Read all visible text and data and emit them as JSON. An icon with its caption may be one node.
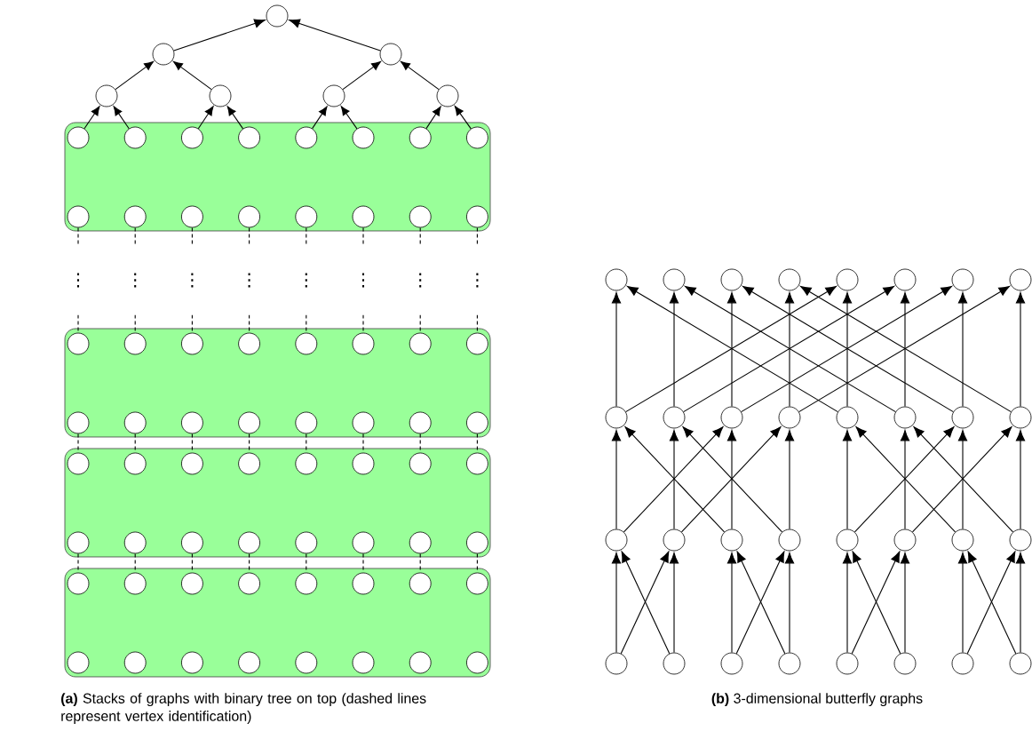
{
  "diagram": {
    "nodes": [
      {
        "text": [],
        "shape": "circle"
      },
      {
        "text": [],
        "shape": "circle"
      },
      {
        "text": [],
        "shape": "circle"
      },
      {
        "text": [],
        "shape": "circle"
      },
      {
        "text": [],
        "shape": "circle"
      },
      {
        "text": [],
        "shape": "circle"
      },
      {
        "text": [],
        "shape": "circle"
      },
      {
        "text": [],
        "shape": "box"
      },
      {
        "text": [],
        "shape": "circle",
        "in": 7
      },
      {
        "text": [],
        "shape": "circle",
        "in": 7
      },
      {
        "text": [],
        "shape": "circle",
        "in": 7
      },
      {
        "text": [],
        "shape": "circle",
        "in": 7
      },
      {
        "text": [],
        "shape": "circle",
        "in": 7
      },
      {
        "text": [],
        "shape": "circle",
        "in": 7
      },
      {
        "text": [],
        "shape": "circle",
        "in": 7
      },
      {
        "text": [],
        "shape": "circle",
        "in": 7
      },
      {
        "text": [],
        "shape": "circle",
        "in": 7
      },
      {
        "text": [],
        "shape": "circle",
        "in": 7
      },
      {
        "text": [],
        "shape": "circle",
        "in": 7
      },
      {
        "text": [],
        "shape": "circle",
        "in": 7
      },
      {
        "text": [],
        "shape": "circle",
        "in": 7
      },
      {
        "text": [],
        "shape": "circle",
        "in": 7
      },
      {
        "text": [],
        "shape": "circle",
        "in": 7
      },
      {
        "text": [],
        "shape": "circle",
        "in": 7
      },
      {
        "text": [],
        "shape": "box"
      },
      {
        "text": [],
        "shape": "circle",
        "in": 24
      },
      {
        "text": [],
        "shape": "circle",
        "in": 24
      },
      {
        "text": [],
        "shape": "circle",
        "in": 24
      },
      {
        "text": [],
        "shape": "circle",
        "in": 24
      },
      {
        "text": [],
        "shape": "circle",
        "in": 24
      },
      {
        "text": [],
        "shape": "circle",
        "in": 24
      },
      {
        "text": [],
        "shape": "circle",
        "in": 24
      },
      {
        "text": [],
        "shape": "circle",
        "in": 24
      },
      {
        "text": [],
        "shape": "circle",
        "in": 24
      },
      {
        "text": [],
        "shape": "circle",
        "in": 24
      },
      {
        "text": [],
        "shape": "circle",
        "in": 24
      },
      {
        "text": [],
        "shape": "circle",
        "in": 24
      },
      {
        "text": [],
        "shape": "circle",
        "in": 24
      },
      {
        "text": [],
        "shape": "circle",
        "in": 24
      },
      {
        "text": [],
        "shape": "circle",
        "in": 24
      },
      {
        "text": [],
        "shape": "circle",
        "in": 24
      },
      {
        "text": [],
        "shape": "box"
      },
      {
        "text": [],
        "shape": "circle",
        "in": 41
      },
      {
        "text": [],
        "shape": "circle",
        "in": 41
      },
      {
        "text": [],
        "shape": "circle",
        "in": 41
      },
      {
        "text": [],
        "shape": "circle",
        "in": 41
      },
      {
        "text": [],
        "shape": "circle",
        "in": 41
      },
      {
        "text": [],
        "shape": "circle",
        "in": 41
      },
      {
        "text": [],
        "shape": "circle",
        "in": 41
      },
      {
        "text": [],
        "shape": "circle",
        "in": 41
      },
      {
        "text": [],
        "shape": "circle",
        "in": 41
      },
      {
        "text": [],
        "shape": "circle",
        "in": 41
      },
      {
        "text": [],
        "shape": "circle",
        "in": 41
      },
      {
        "text": [],
        "shape": "circle",
        "in": 41
      },
      {
        "text": [],
        "shape": "circle",
        "in": 41
      },
      {
        "text": [],
        "shape": "circle",
        "in": 41
      },
      {
        "text": [],
        "shape": "circle",
        "in": 41
      },
      {
        "text": [],
        "shape": "circle",
        "in": 41
      },
      {
        "text": [],
        "shape": "box"
      },
      {
        "text": [],
        "shape": "circle",
        "in": 58
      },
      {
        "text": [],
        "shape": "circle",
        "in": 58
      },
      {
        "text": [],
        "shape": "circle",
        "in": 58
      },
      {
        "text": [],
        "shape": "circle",
        "in": 58
      },
      {
        "text": [],
        "shape": "circle",
        "in": 58
      },
      {
        "text": [],
        "shape": "circle",
        "in": 58
      },
      {
        "text": [],
        "shape": "circle",
        "in": 58
      },
      {
        "text": [],
        "shape": "circle",
        "in": 58
      },
      {
        "text": [],
        "shape": "circle",
        "in": 58
      },
      {
        "text": [],
        "shape": "circle",
        "in": 58
      },
      {
        "text": [],
        "shape": "circle",
        "in": 58
      },
      {
        "text": [],
        "shape": "circle",
        "in": 58
      },
      {
        "text": [],
        "shape": "circle",
        "in": 58
      },
      {
        "text": [],
        "shape": "circle",
        "in": 58
      },
      {
        "text": [],
        "shape": "circle",
        "in": 58
      },
      {
        "text": [],
        "shape": "circle",
        "in": 58
      },
      {
        "text": [],
        "shape": "circle"
      },
      {
        "text": [],
        "shape": "circle"
      },
      {
        "text": [],
        "shape": "circle"
      },
      {
        "text": [],
        "shape": "circle"
      },
      {
        "text": [],
        "shape": "circle"
      },
      {
        "text": [],
        "shape": "circle"
      },
      {
        "text": [],
        "shape": "circle"
      },
      {
        "text": [],
        "shape": "circle"
      },
      {
        "text": [],
        "shape": "circle"
      },
      {
        "text": [],
        "shape": "circle"
      },
      {
        "text": [],
        "shape": "circle"
      },
      {
        "text": [],
        "shape": "circle"
      },
      {
        "text": [],
        "shape": "circle"
      },
      {
        "text": [],
        "shape": "circle"
      },
      {
        "text": [],
        "shape": "circle"
      },
      {
        "text": [],
        "shape": "circle"
      },
      {
        "text": [],
        "shape": "circle"
      },
      {
        "text": [],
        "shape": "circle"
      },
      {
        "text": [],
        "shape": "circle"
      },
      {
        "text": [],
        "shape": "circle"
      },
      {
        "text": [],
        "shape": "circle"
      },
      {
        "text": [],
        "shape": "circle"
      },
      {
        "text": [],
        "shape": "circle"
      },
      {
        "text": [],
        "shape": "circle"
      },
      {
        "text": [],
        "shape": "circle"
      },
      {
        "text": [],
        "shape": "circle"
      },
      {
        "text": [],
        "shape": "circle"
      },
      {
        "text": [],
        "shape": "circle"
      },
      {
        "text": [],
        "shape": "circle"
      },
      {
        "text": [],
        "shape": "circle"
      },
      {
        "text": [],
        "shape": "circle"
      },
      {
        "text": [],
        "shape": "circle"
      }
    ],
    "edges": [
      {
        "from": 1,
        "to": 0,
        "arrow": "to"
      },
      {
        "from": 2,
        "to": 0,
        "arrow": "to"
      },
      {
        "from": 3,
        "to": 1,
        "arrow": "to"
      },
      {
        "from": 4,
        "to": 1,
        "arrow": "to"
      },
      {
        "from": 5,
        "to": 2,
        "arrow": "to"
      },
      {
        "from": 6,
        "to": 2,
        "arrow": "to"
      },
      {
        "from": 8,
        "to": 3,
        "arrow": "to"
      },
      {
        "from": 9,
        "to": 3,
        "arrow": "to"
      },
      {
        "from": 10,
        "to": 4,
        "arrow": "to"
      },
      {
        "from": 11,
        "to": 4,
        "arrow": "to"
      },
      {
        "from": 12,
        "to": 5,
        "arrow": "to"
      },
      {
        "from": 13,
        "to": 5,
        "arrow": "to"
      },
      {
        "from": 14,
        "to": 6,
        "arrow": "to"
      },
      {
        "from": 15,
        "to": 6,
        "arrow": "to"
      },
      {
        "from": 16,
        "to": 25,
        "arrow": "none",
        "style": "dashed",
        "label": "⋮"
      },
      {
        "from": 17,
        "to": 26,
        "arrow": "none",
        "style": "dashed",
        "label": "⋮"
      },
      {
        "from": 18,
        "to": 27,
        "arrow": "none",
        "style": "dashed",
        "label": "⋮"
      },
      {
        "from": 19,
        "to": 28,
        "arrow": "none",
        "style": "dashed",
        "label": "⋮"
      },
      {
        "from": 20,
        "to": 29,
        "arrow": "none",
        "style": "dashed",
        "label": "⋮"
      },
      {
        "from": 21,
        "to": 30,
        "arrow": "none",
        "style": "dashed",
        "label": "⋮"
      },
      {
        "from": 22,
        "to": 31,
        "arrow": "none",
        "style": "dashed",
        "label": "⋮"
      },
      {
        "from": 23,
        "to": 32,
        "arrow": "none",
        "style": "dashed",
        "label": "⋮"
      },
      {
        "from": 33,
        "to": 42,
        "arrow": "none",
        "style": "dashed"
      },
      {
        "from": 34,
        "to": 43,
        "arrow": "none",
        "style": "dashed"
      },
      {
        "from": 35,
        "to": 44,
        "arrow": "none",
        "style": "dashed"
      },
      {
        "from": 36,
        "to": 45,
        "arrow": "none",
        "style": "dashed"
      },
      {
        "from": 37,
        "to": 46,
        "arrow": "none",
        "style": "dashed"
      },
      {
        "from": 38,
        "to": 47,
        "arrow": "none",
        "style": "dashed"
      },
      {
        "from": 39,
        "to": 48,
        "arrow": "none",
        "style": "dashed"
      },
      {
        "from": 40,
        "to": 49,
        "arrow": "none",
        "style": "dashed"
      },
      {
        "from": 50,
        "to": 59,
        "arrow": "none",
        "style": "dashed"
      },
      {
        "from": 51,
        "to": 60,
        "arrow": "none",
        "style": "dashed"
      },
      {
        "from": 52,
        "to": 61,
        "arrow": "none",
        "style": "dashed"
      },
      {
        "from": 53,
        "to": 62,
        "arrow": "none",
        "style": "dashed"
      },
      {
        "from": 54,
        "to": 63,
        "arrow": "none",
        "style": "dashed"
      },
      {
        "from": 55,
        "to": 64,
        "arrow": "none",
        "style": "dashed"
      },
      {
        "from": 56,
        "to": 65,
        "arrow": "none",
        "style": "dashed"
      },
      {
        "from": 57,
        "to": 66,
        "arrow": "none",
        "style": "dashed"
      },
      {
        "from": 99,
        "to": 91,
        "arrow": "to"
      },
      {
        "from": 99,
        "to": 92,
        "arrow": "to"
      },
      {
        "from": 100,
        "to": 92,
        "arrow": "to"
      },
      {
        "from": 100,
        "to": 91,
        "arrow": "to"
      },
      {
        "from": 101,
        "to": 93,
        "arrow": "to"
      },
      {
        "from": 101,
        "to": 94,
        "arrow": "to"
      },
      {
        "from": 102,
        "to": 94,
        "arrow": "to"
      },
      {
        "from": 102,
        "to": 93,
        "arrow": "to"
      },
      {
        "from": 103,
        "to": 95,
        "arrow": "to"
      },
      {
        "from": 103,
        "to": 96,
        "arrow": "to"
      },
      {
        "from": 104,
        "to": 96,
        "arrow": "to"
      },
      {
        "from": 104,
        "to": 95,
        "arrow": "to"
      },
      {
        "from": 105,
        "to": 97,
        "arrow": "to"
      },
      {
        "from": 105,
        "to": 98,
        "arrow": "to"
      },
      {
        "from": 106,
        "to": 98,
        "arrow": "to"
      },
      {
        "from": 106,
        "to": 97,
        "arrow": "to"
      },
      {
        "from": 91,
        "to": 83,
        "arrow": "to"
      },
      {
        "from": 91,
        "to": 85,
        "arrow": "to"
      },
      {
        "from": 92,
        "to": 84,
        "arrow": "to"
      },
      {
        "from": 92,
        "to": 86,
        "arrow": "to"
      },
      {
        "from": 93,
        "to": 85,
        "arrow": "to"
      },
      {
        "from": 93,
        "to": 83,
        "arrow": "to"
      },
      {
        "from": 94,
        "to": 86,
        "arrow": "to"
      },
      {
        "from": 94,
        "to": 84,
        "arrow": "to"
      },
      {
        "from": 95,
        "to": 87,
        "arrow": "to"
      },
      {
        "from": 95,
        "to": 89,
        "arrow": "to"
      },
      {
        "from": 96,
        "to": 88,
        "arrow": "to"
      },
      {
        "from": 96,
        "to": 90,
        "arrow": "to"
      },
      {
        "from": 97,
        "to": 89,
        "arrow": "to"
      },
      {
        "from": 97,
        "to": 87,
        "arrow": "to"
      },
      {
        "from": 98,
        "to": 90,
        "arrow": "to"
      },
      {
        "from": 98,
        "to": 88,
        "arrow": "to"
      },
      {
        "from": 83,
        "to": 75,
        "arrow": "to"
      },
      {
        "from": 83,
        "to": 79,
        "arrow": "to"
      },
      {
        "from": 84,
        "to": 76,
        "arrow": "to"
      },
      {
        "from": 84,
        "to": 80,
        "arrow": "to"
      },
      {
        "from": 85,
        "to": 77,
        "arrow": "to"
      },
      {
        "from": 85,
        "to": 81,
        "arrow": "to"
      },
      {
        "from": 86,
        "to": 78,
        "arrow": "to"
      },
      {
        "from": 86,
        "to": 82,
        "arrow": "to"
      },
      {
        "from": 87,
        "to": 79,
        "arrow": "to"
      },
      {
        "from": 87,
        "to": 75,
        "arrow": "to"
      },
      {
        "from": 88,
        "to": 80,
        "arrow": "to"
      },
      {
        "from": 88,
        "to": 76,
        "arrow": "to"
      },
      {
        "from": 89,
        "to": 81,
        "arrow": "to"
      },
      {
        "from": 89,
        "to": 77,
        "arrow": "to"
      },
      {
        "from": 90,
        "to": 82,
        "arrow": "to"
      },
      {
        "from": 90,
        "to": 78,
        "arrow": "to"
      }
    ],
    "labels": [
      "**(a)** Stacks of graphs with binary tree on top (dashed lines represent vertex identification)",
      "**(b)** 3-dimensional butterfly graphs"
    ]
  }
}
